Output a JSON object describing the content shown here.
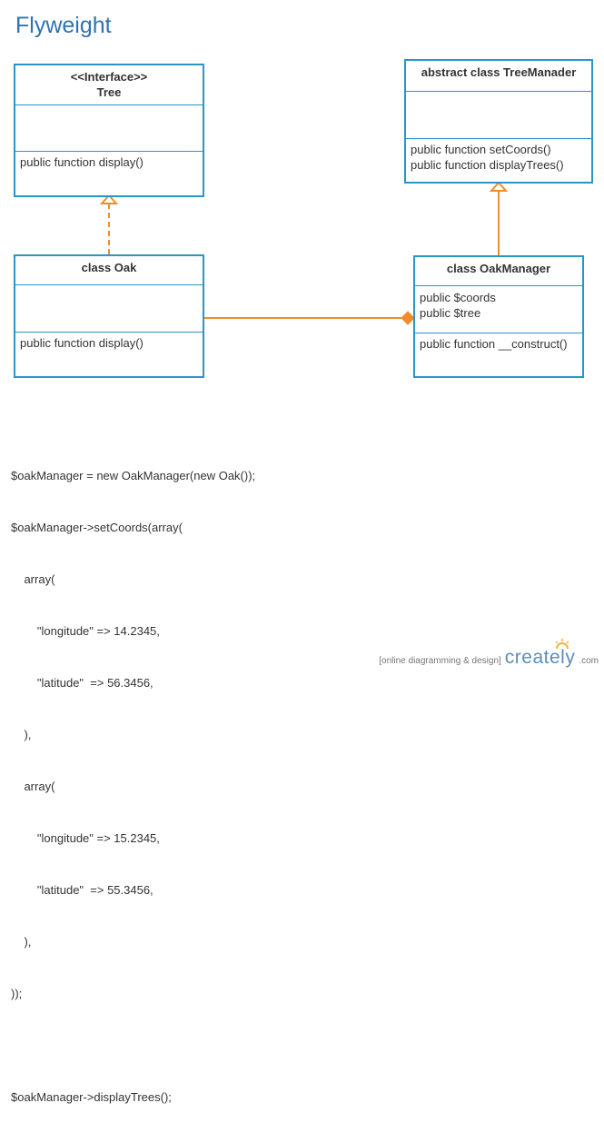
{
  "title": "Flyweight",
  "classes": {
    "tree": {
      "stereotype": "<<Interface>>",
      "name": "Tree",
      "attributes": "",
      "methods": [
        "public function display()"
      ]
    },
    "tree_manager": {
      "name": "abstract class TreeManader",
      "attributes": "",
      "methods": [
        "public function setCoords()",
        "public function displayTrees()"
      ]
    },
    "oak": {
      "name": "class Oak",
      "attributes": "",
      "methods": [
        "public function display()"
      ]
    },
    "oak_manager": {
      "name": "class OakManager",
      "attributes": [
        "public $coords",
        "public $tree"
      ],
      "methods": [
        "public function __construct()"
      ]
    }
  },
  "code_lines": [
    "$oakManager = new OakManager(new Oak());",
    "$oakManager->setCoords(array(",
    "    array(",
    "        \"longitude\" => 14.2345,",
    "        \"latitude\"  => 56.3456,",
    "    ),",
    "    array(",
    "        \"longitude\" => 15.2345,",
    "        \"latitude\"  => 55.3456,",
    "    ),",
    "));",
    "",
    "$oakManager->displayTrees();"
  ],
  "branding": {
    "tagline": "[online diagramming & design]",
    "logo": "creately",
    "domain": ".com"
  },
  "colors": {
    "title": "#2f72b2",
    "class_border": "#2a95c9",
    "connector": "#f28c28",
    "text": "#333333"
  },
  "icons": [
    "realization-arrow-icon",
    "generalization-arrow-icon",
    "composition-diamond-icon",
    "sun-icon"
  ]
}
